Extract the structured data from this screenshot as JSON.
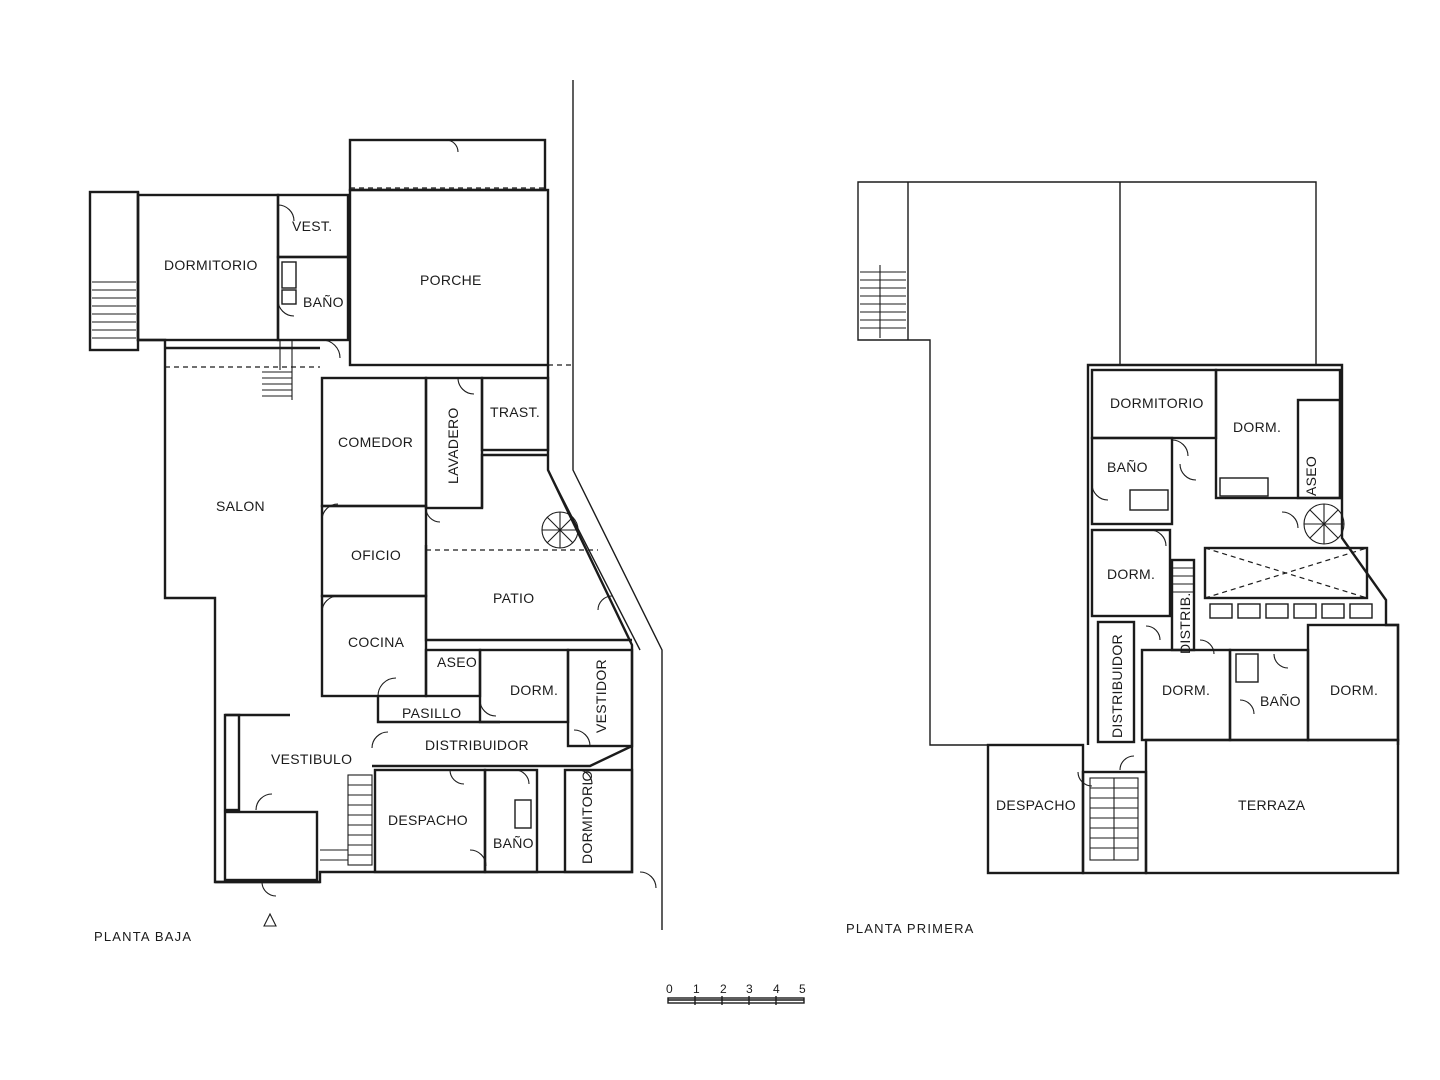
{
  "ground_floor": {
    "title": "PLANTA BAJA",
    "rooms": {
      "dormitorio": "DORMITORIO",
      "vest": "VEST.",
      "bano": "BAÑO",
      "porche": "PORCHE",
      "salon": "SALON",
      "comedor": "COMEDOR",
      "lavadero": "LAVADERO",
      "trast": "TRAST.",
      "oficio": "OFICIO",
      "patio": "PATIO",
      "cocina": "COCINA",
      "aseo": "ASEO",
      "dorm": "DORM.",
      "vestidor": "VESTIDOR",
      "pasillo": "PASILLO",
      "distribuidor": "DISTRIBUIDOR",
      "vestibulo": "VESTIBULO",
      "despacho": "DESPACHO",
      "bano2": "BAÑO",
      "dormitorio2": "DORMITORIO"
    }
  },
  "first_floor": {
    "title": "PLANTA PRIMERA",
    "rooms": {
      "dormitorio": "DORMITORIO",
      "dorm1": "DORM.",
      "bano1": "BAÑO",
      "aseo": "ASEO",
      "dorm2": "DORM.",
      "distrib": "DISTRIB.",
      "distribuidor": "DISTRIBUIDOR",
      "dorm3": "DORM.",
      "bano2": "BAÑO",
      "dorm4": "DORM.",
      "despacho": "DESPACHO",
      "terraza": "TERRAZA"
    }
  },
  "scale_bar": {
    "ticks": [
      "0",
      "1",
      "2",
      "3",
      "4",
      "5"
    ]
  }
}
